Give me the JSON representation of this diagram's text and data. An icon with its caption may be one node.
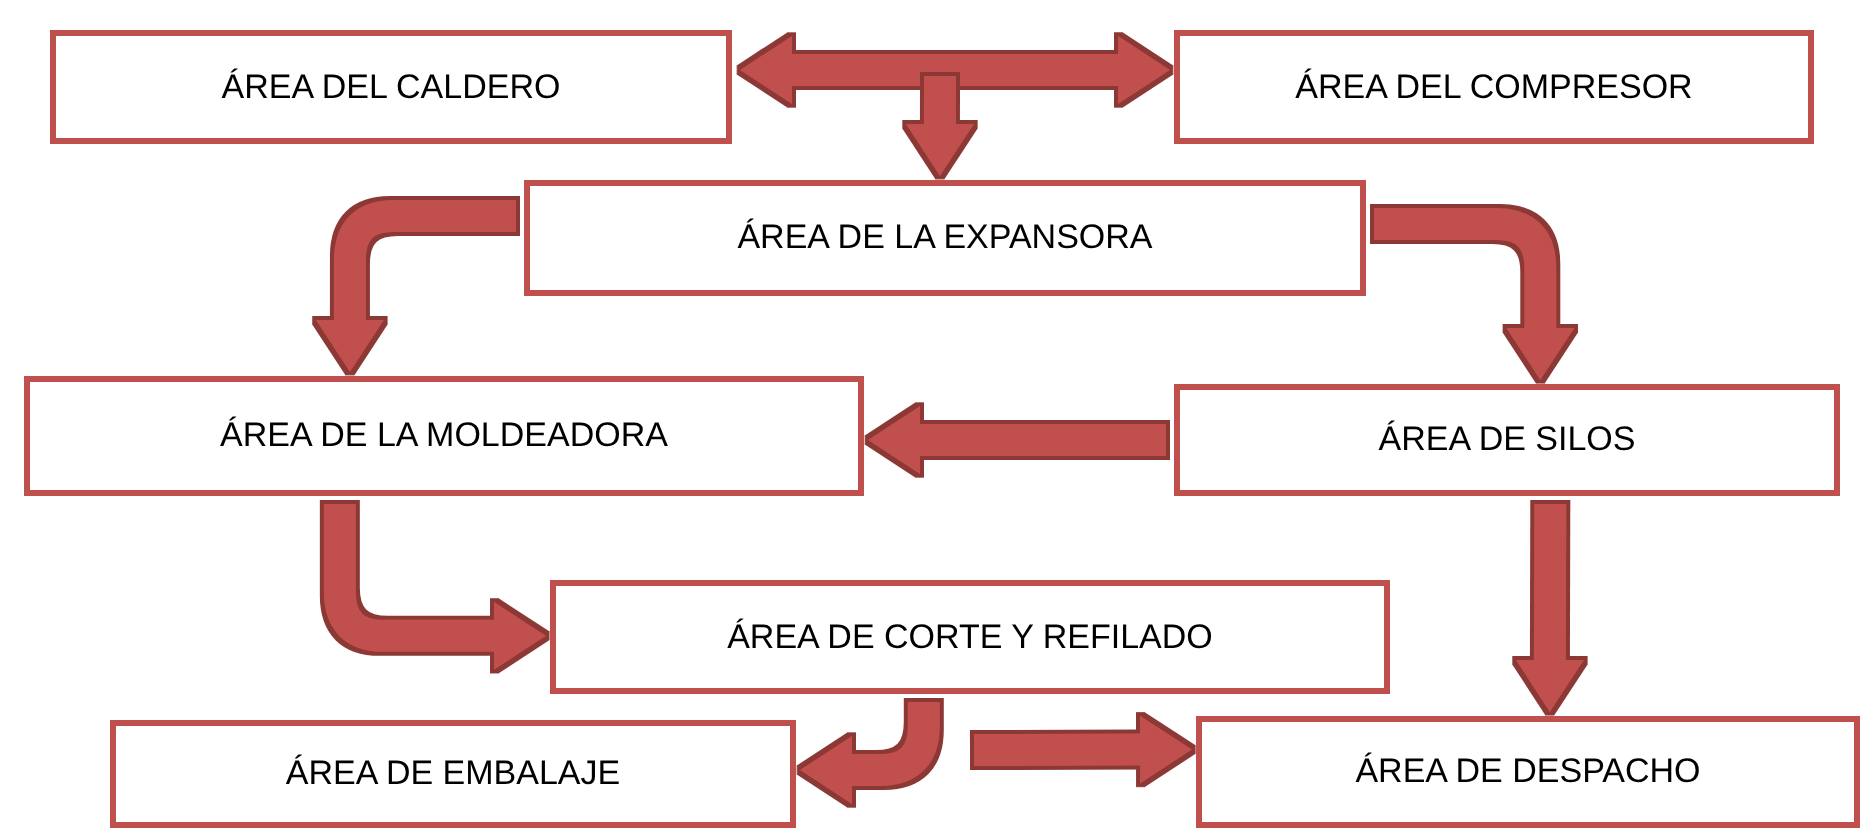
{
  "diagram": {
    "nodes": [
      {
        "text": [
          "ÁREA DEL CALDERO"
        ]
      },
      {
        "text": [
          "ÁREA DEL COMPRESOR"
        ]
      },
      {
        "text": [
          "ÁREA DE LA EXPANSORA"
        ]
      },
      {
        "text": [
          "ÁREA DE LA MOLDEADORA"
        ]
      },
      {
        "text": [
          "ÁREA DE SILOS"
        ]
      },
      {
        "text": [
          "ÁREA DE CORTE Y REFILADO"
        ]
      },
      {
        "text": [
          "ÁREA DE EMBALAJE"
        ]
      },
      {
        "text": [
          "ÁREA DE DESPACHO"
        ]
      }
    ],
    "edges": [
      {
        "from": 0,
        "to": 1,
        "arrow": "both"
      },
      {
        "from": null,
        "to": 2,
        "arrow": "to"
      },
      {
        "from": 2,
        "to": 3,
        "arrow": "to"
      },
      {
        "from": 2,
        "to": 4,
        "arrow": "to"
      },
      {
        "from": 4,
        "to": 3,
        "arrow": "to"
      },
      {
        "from": 3,
        "to": 5,
        "arrow": "to"
      },
      {
        "from": 4,
        "to": 7,
        "arrow": "to"
      },
      {
        "from": 5,
        "to": 6,
        "arrow": "to"
      },
      {
        "from": null,
        "to": 7,
        "arrow": "to"
      }
    ]
  }
}
